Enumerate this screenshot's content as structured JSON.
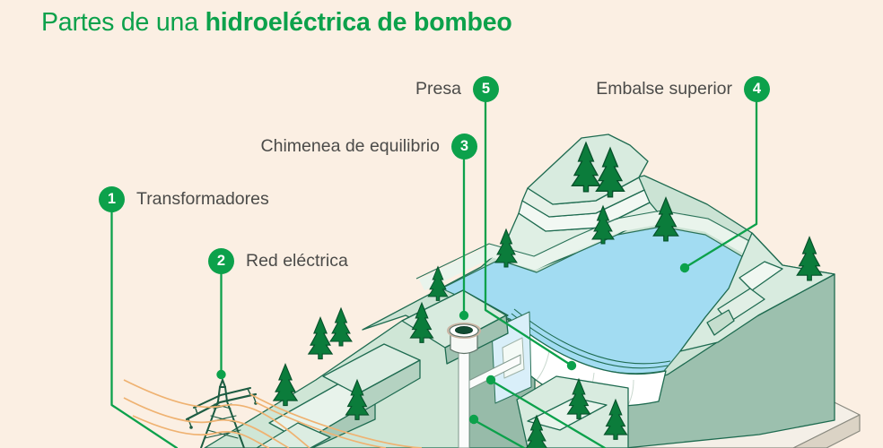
{
  "title": {
    "prefix": "Partes de una ",
    "bold": "hidroeléctrica de bombeo"
  },
  "labels": [
    {
      "num": "1",
      "text": "Transformadores"
    },
    {
      "num": "2",
      "text": "Red eléctrica"
    },
    {
      "num": "3",
      "text": "Chimenea de equilibrio"
    },
    {
      "num": "4",
      "text": "Embalse superior"
    },
    {
      "num": "5",
      "text": "Presa"
    }
  ],
  "colors": {
    "background": "#FBEFE3",
    "accent_green": "#0CA14B",
    "label_text": "#4B4B49",
    "outline_green": "#1E6B50",
    "terrain_mint": "#D8EBDF",
    "terrain_pale": "#E8F3EB",
    "terrain_sage": "#9CC0AE",
    "cut_face": "#97BBA9",
    "water_blue": "#A2DCF2",
    "dam_white": "#FFFFFF",
    "tree_green": "#0B7C3B",
    "wire_orange": "#EFB271",
    "base_slab": "#F4EFE7"
  }
}
